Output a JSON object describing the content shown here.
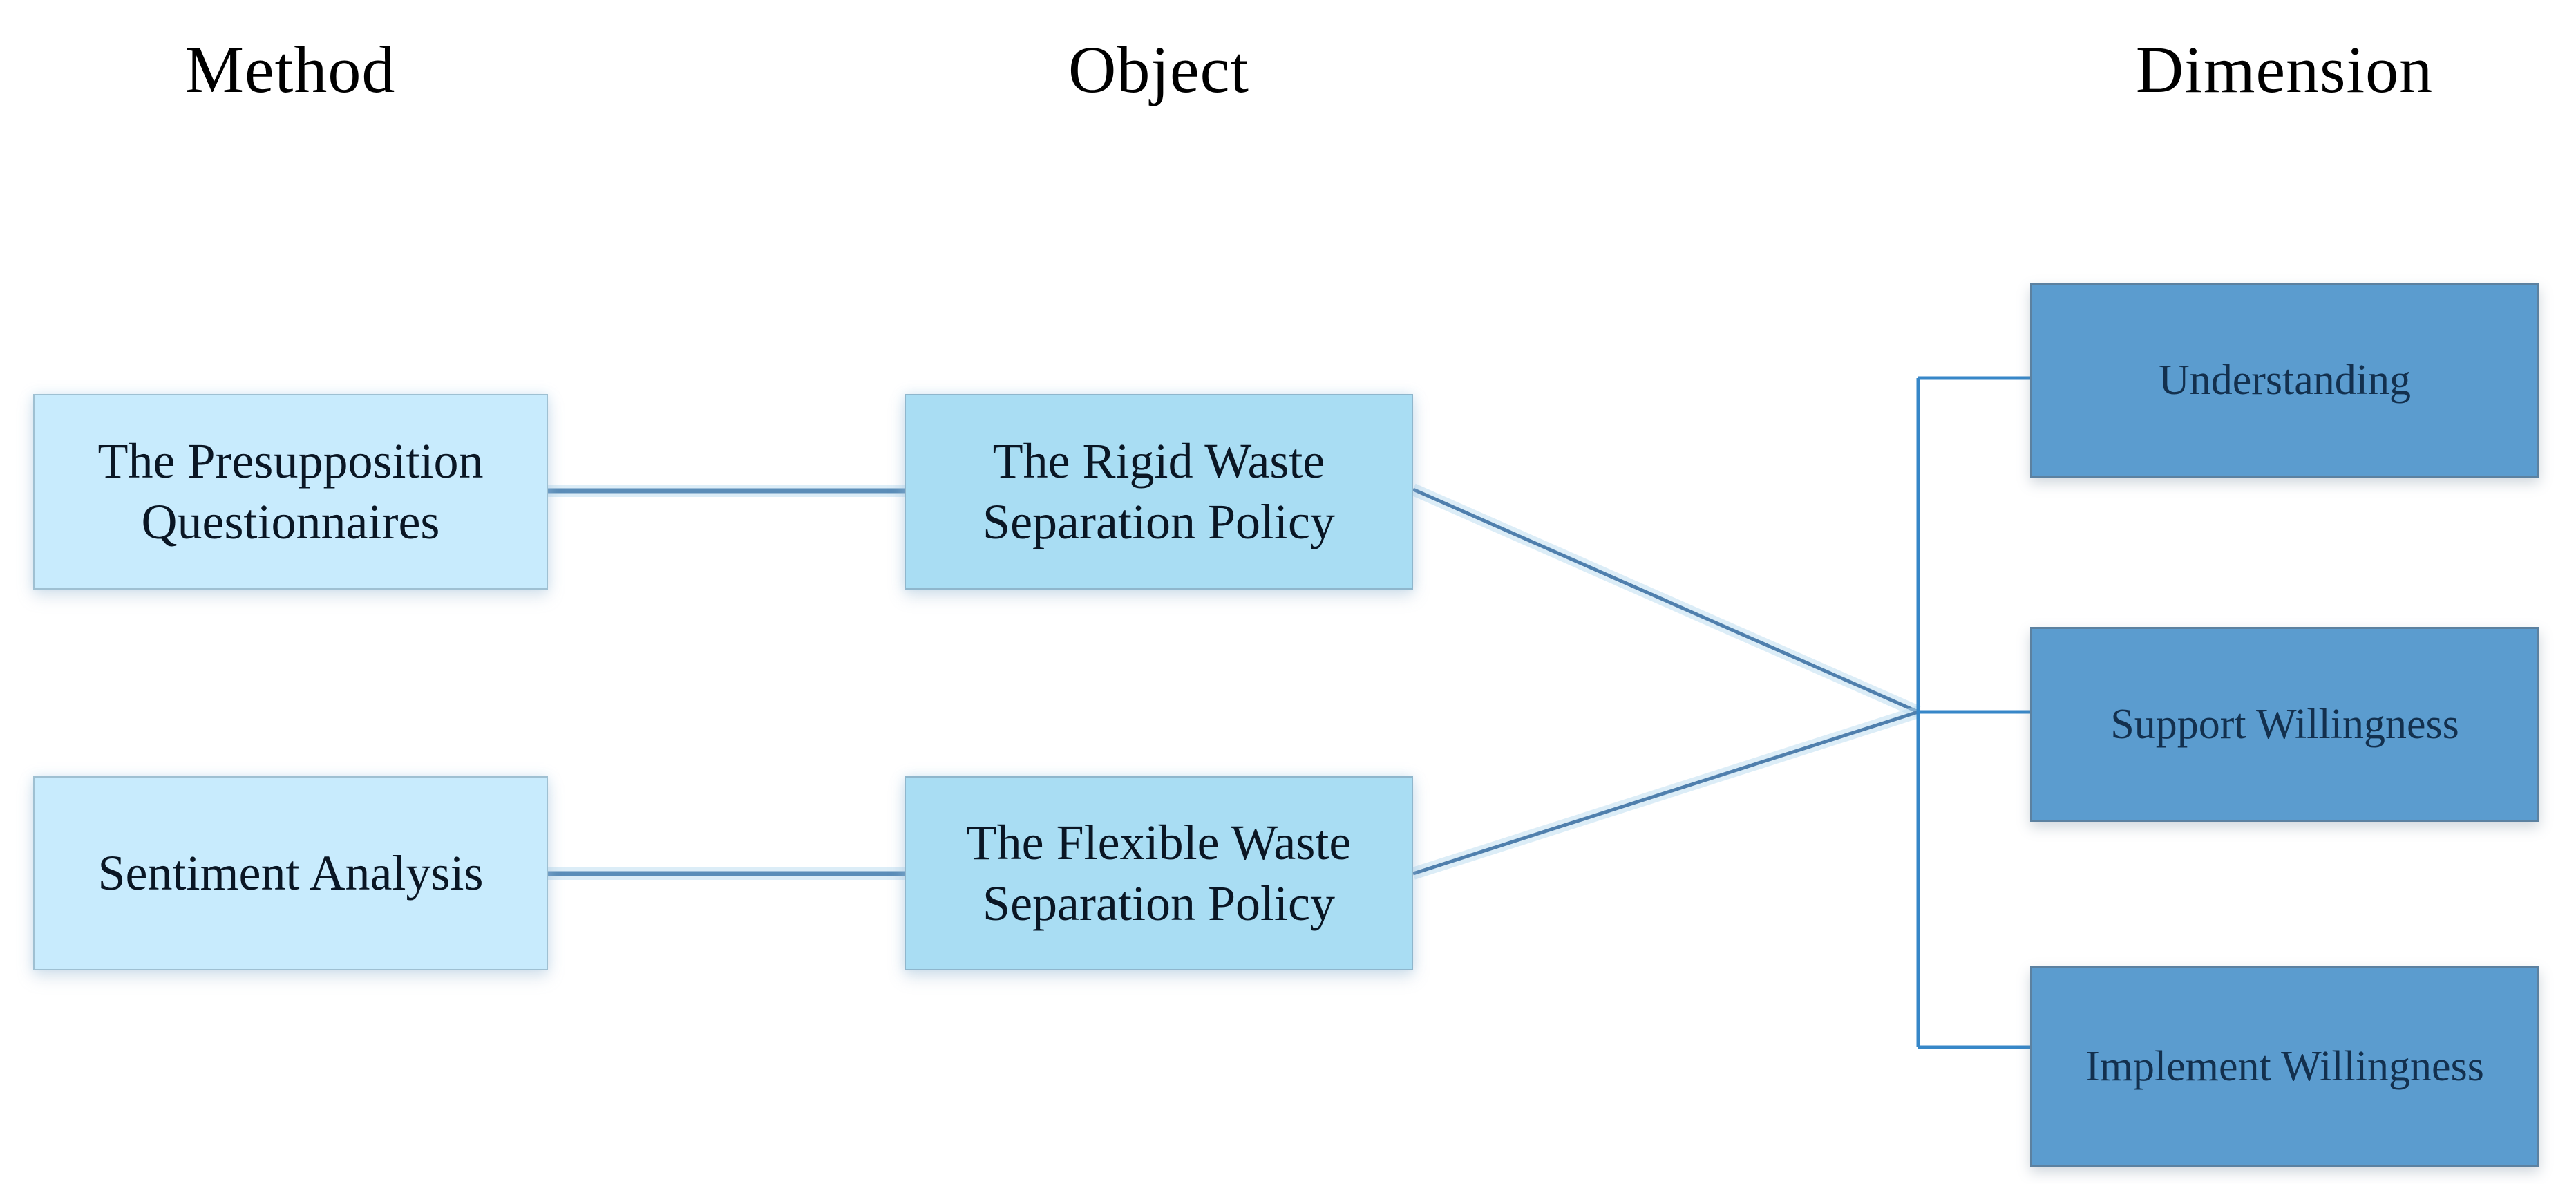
{
  "diagram": {
    "columns": [
      {
        "title": "Method",
        "boxes": [
          {
            "label": "The Presupposition Questionnaires"
          },
          {
            "label": "Sentiment Analysis"
          }
        ]
      },
      {
        "title": "Object",
        "boxes": [
          {
            "label": "The Rigid Waste Separation Policy"
          },
          {
            "label": "The Flexible Waste Separation Policy"
          }
        ]
      },
      {
        "title": "Dimension",
        "boxes": [
          {
            "label": "Understanding"
          },
          {
            "label": "Support Willingness"
          },
          {
            "label": "Implement Willingness"
          }
        ]
      }
    ]
  },
  "colors": {
    "title_text": "#000000",
    "box_text": "#0a1624",
    "dimension_text": "#13304e",
    "method_box_fill": "#c8ebfd",
    "method_box_border": "#9fc0d2",
    "object_box_fill": "#a9ddf3",
    "object_box_border": "#8fb6cc",
    "dimension_box_fill": "#5b9ccf",
    "dimension_box_border": "#5c81a0",
    "connector_line": "#5b8db8",
    "diagonal_line": "#4f7fad",
    "bracket_line": "#3787c8",
    "line_glow": "#b9dbf0",
    "background": "#ffffff"
  }
}
